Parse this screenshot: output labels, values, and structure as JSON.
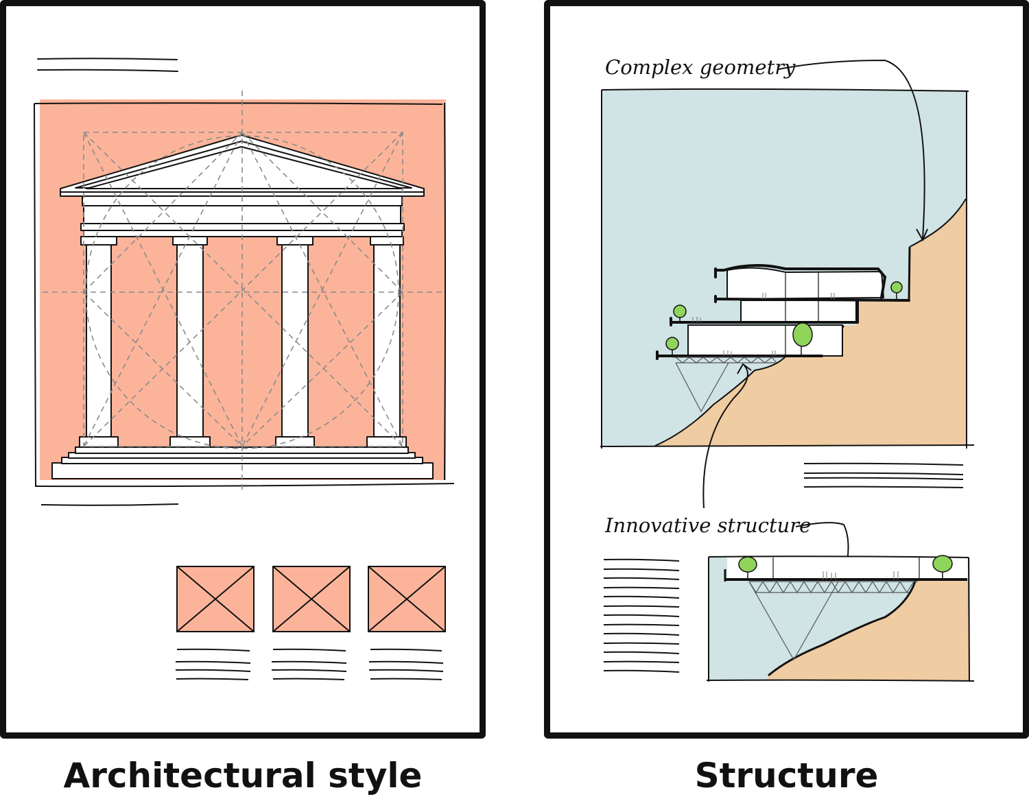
{
  "panels": {
    "left": {
      "caption": "Architectural style"
    },
    "right": {
      "caption": "Structure",
      "annotations": {
        "top": "Complex geometry",
        "bottom": "Innovative structure"
      }
    }
  },
  "colors": {
    "salmon": "#fbb49a",
    "sky": "#d0e3e5",
    "ground": "#f0cca2",
    "tree": "#8fd45b",
    "ink": "#111111",
    "guide": "#8a8a8a"
  },
  "icons": [
    "image-placeholder-icon",
    "temple-illustration",
    "cliff-house-section",
    "tree-icon",
    "arrow-icon"
  ]
}
